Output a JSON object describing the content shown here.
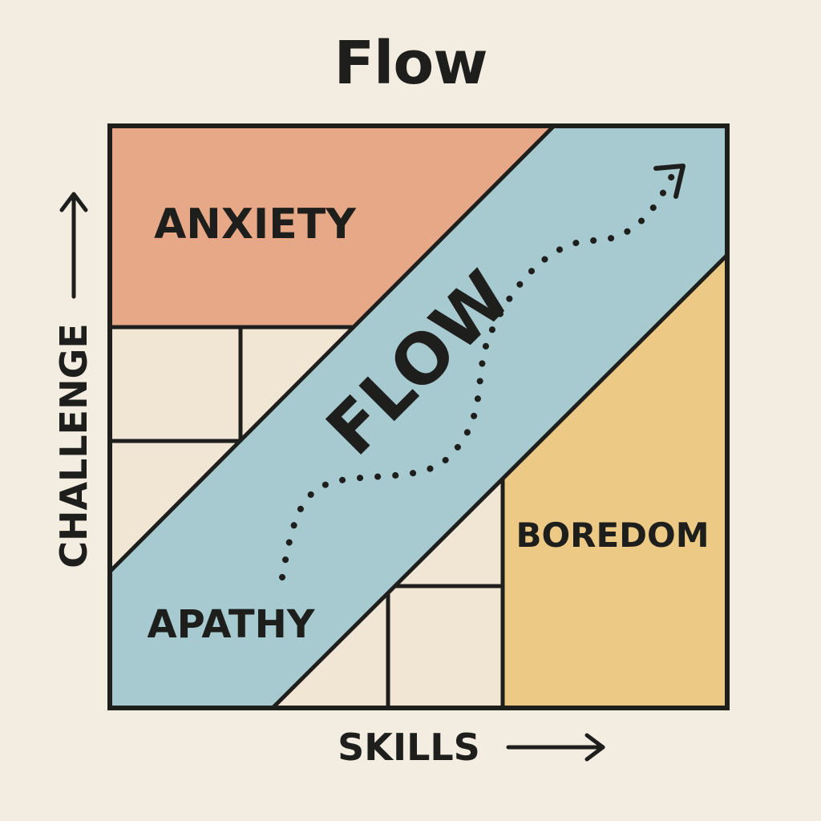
{
  "title": "Flow",
  "zones": {
    "anxiety": "ANXIETY",
    "flow": "FLOW",
    "boredom": "BOREDOM",
    "apathy": "APATHY"
  },
  "axes": {
    "y_label": "CHALLENGE",
    "x_label": "SKILLS"
  },
  "colors": {
    "background": "#f3ece0",
    "anxiety": "#e6a887",
    "flow": "#a7cad0",
    "boredom": "#ecca86",
    "neutral_tile": "#f1e6d4",
    "ink": "#1e1f1c"
  },
  "icons": {
    "progress_path": "dotted-arrow-icon",
    "y_axis": "arrow-up-icon",
    "x_axis": "arrow-right-icon"
  }
}
